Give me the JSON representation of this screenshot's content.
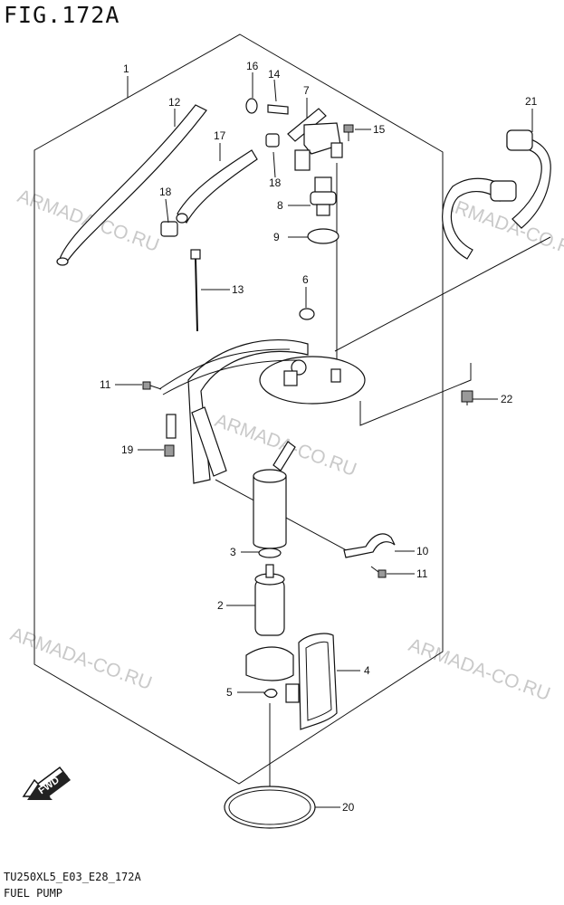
{
  "figure": {
    "title": "FIG.172A",
    "code": "TU250XL5_E03_E28_172A",
    "name": "FUEL PUMP",
    "fwd_label": "FWD"
  },
  "watermarks": [
    "ARMADA-CO.RU",
    "ARMADA-CO.RU",
    "ARMADA-CO.RU",
    "ARMADA-CO.RU",
    "ARMADA-CO.RU"
  ],
  "callouts": {
    "c1": "1",
    "c2": "2",
    "c3": "3",
    "c4": "4",
    "c5": "5",
    "c6": "6",
    "c7": "7",
    "c8": "8",
    "c9": "9",
    "c10": "10",
    "c11a": "11",
    "c11b": "11",
    "c12": "12",
    "c13": "13",
    "c14": "14",
    "c15": "15",
    "c16": "16",
    "c17": "17",
    "c18a": "18",
    "c18b": "18",
    "c19": "19",
    "c20": "20",
    "c21": "21",
    "c22": "22"
  }
}
